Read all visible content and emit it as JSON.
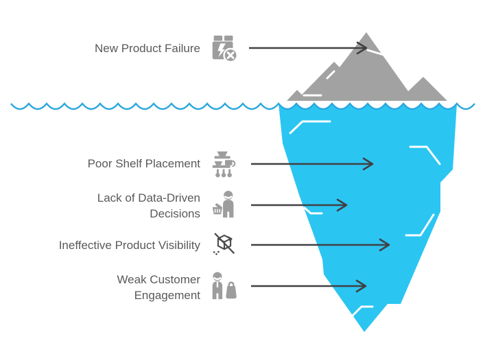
{
  "colors": {
    "background": "#FFFFFF",
    "iceberg_above": "#A2A2A2",
    "iceberg_below": "#2BC5F2",
    "waterline": "#2AA7DE",
    "arrow": "#414042",
    "label_text": "#58595B",
    "icon_gray": "#9D9D9D",
    "icon_dark": "#4C4C4C",
    "crack_white": "#FFFFFF"
  },
  "diagram": {
    "type": "iceberg-infographic",
    "above_water_row": {
      "label": "New Product Failure",
      "icon": "damaged-product-box-icon"
    },
    "below_water_rows": [
      {
        "label": "Poor Shelf Placement",
        "icon": "kitchen-shelf-icon"
      },
      {
        "label": "Lack of Data-Driven\nDecisions",
        "icon": "shopper-with-basket-icon"
      },
      {
        "label": "Ineffective Product Visibility",
        "icon": "hidden-product-box-icon"
      },
      {
        "label": "Weak Customer\nEngagement",
        "icon": "customer-with-bag-icon"
      }
    ]
  }
}
